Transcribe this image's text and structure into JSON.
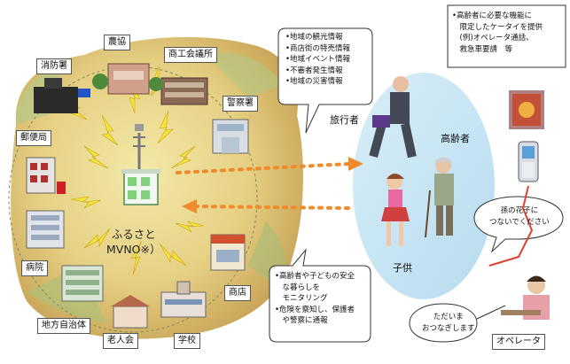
{
  "labels": {
    "agri_coop": "農協",
    "commerce_chamber": "商工会議所",
    "fire_station": "消防署",
    "police": "警察署",
    "post_office": "郵便局",
    "hospital": "病院",
    "local_government": "地方自治体",
    "elderly_center": "老人会",
    "school": "学校",
    "shop": "商店"
  },
  "mvno": {
    "line1": "ふるさと",
    "line2": "MVNO※）"
  },
  "people": {
    "traveler": "旅行者",
    "elderly": "高齢者",
    "child": "子供",
    "operator": "オペレータ"
  },
  "bubble_top": [
    "•地域の観光情報",
    "•商店街の特売情報",
    "•地域イベント情報",
    "•不審者発生情報",
    "•地域の災害情報"
  ],
  "bubble_bottom": [
    "•高齢者や子どもの安全",
    "　な暮らしを",
    "　モニタリング",
    "•危険を察知し、保護者",
    "　や警察に通報",
    ""
  ],
  "grandchild_bubble": [
    "孫の花子に",
    "つないでください"
  ],
  "operator_bubble": [
    "ただいま",
    "おつなぎします"
  ],
  "info_box": [
    "•高齢者に必要な機能に",
    "　限定したケータイを提供",
    "　(例)オペレータ通話、",
    "　救急車要請　等"
  ],
  "colors": {
    "arrow": "#f08a2a",
    "bolt": "#f5e23a",
    "user_area": "#c8e6f5",
    "operator_line": "#e04030"
  }
}
